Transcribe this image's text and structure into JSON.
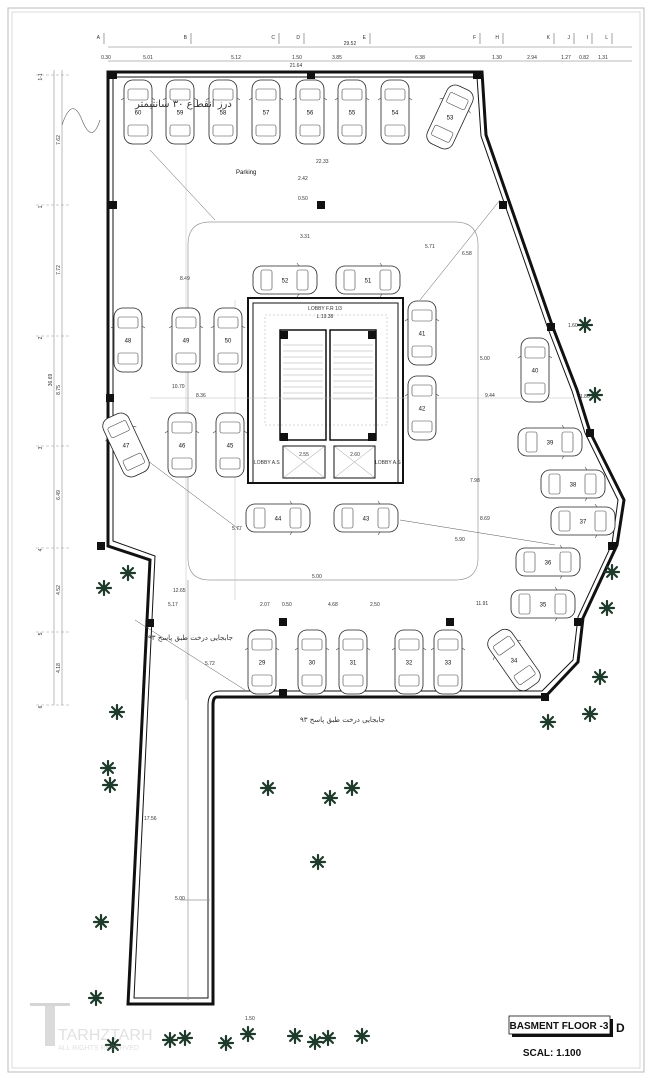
{
  "grid_columns": [
    "A",
    "B",
    "C",
    "D",
    "E",
    "F",
    "H",
    "K",
    "J",
    "I",
    "L"
  ],
  "grid_rows": [
    "1-1",
    "1",
    "2",
    "3",
    "4",
    "5",
    "6"
  ],
  "top_dims": {
    "overall": "29.52",
    "inner": "21.64",
    "segments": [
      "0.30",
      "5.01",
      "5.12",
      "1.50",
      "3.85",
      "6.38",
      "1.30",
      "2.94",
      "1.27",
      "0.82",
      "1.31"
    ]
  },
  "left_dims": {
    "overall": "36.69",
    "segments": [
      "7.62",
      "7.72",
      "8.75",
      "6.49",
      "4.52",
      "4.18"
    ]
  },
  "plan_dims": [
    "22.33",
    "2.42",
    "0.50",
    "3.31",
    "5.71",
    "6.58",
    "8.49",
    "10.70",
    "8.36",
    "9.44",
    "5.00",
    "1.60",
    "1.80",
    "7.98",
    "8.69",
    "5.90",
    "5.77",
    "5.00",
    "12.65",
    "5.17",
    "2.07",
    "0.50",
    "4.68",
    "2.50",
    "11.91",
    "5.72",
    "17.56",
    "5.00",
    "1.50",
    "2.55",
    "2.60"
  ],
  "labels": {
    "parking": "Parking",
    "lobby_fr": "LOBBY F.R 1/3",
    "lobby_len": "L:19.38",
    "lobby_as_left": "LOBBY A.S",
    "lobby_as_right": "LOBBY A.S"
  },
  "notes": {
    "expansion_joint": "درز انقطاع ۳۰ سانتیمتر",
    "tree_relocation_1": "جابجایی درخت طبق پاسخ ۹۳",
    "tree_relocation_2": "جابجایی درخت طبق پاسخ ۹۳"
  },
  "cars": [
    "60",
    "59",
    "58",
    "57",
    "56",
    "55",
    "54",
    "53",
    "52",
    "51",
    "48",
    "49",
    "50",
    "41",
    "40",
    "47",
    "46",
    "45",
    "42",
    "39",
    "38",
    "37",
    "36",
    "35",
    "34",
    "44",
    "43",
    "29",
    "30",
    "31",
    "32",
    "33"
  ],
  "title_block": {
    "sheet_title": "BASMENT FLOOR -3",
    "sheet_letter": "D",
    "scale": "SCAL: 1.100"
  },
  "watermark": {
    "brand": "TARHZTARH",
    "rights": "ALL RIGHTS RESERVED"
  },
  "colors": {
    "line": "#111111",
    "tree": "#1e3a2a",
    "dim": "#555555"
  }
}
